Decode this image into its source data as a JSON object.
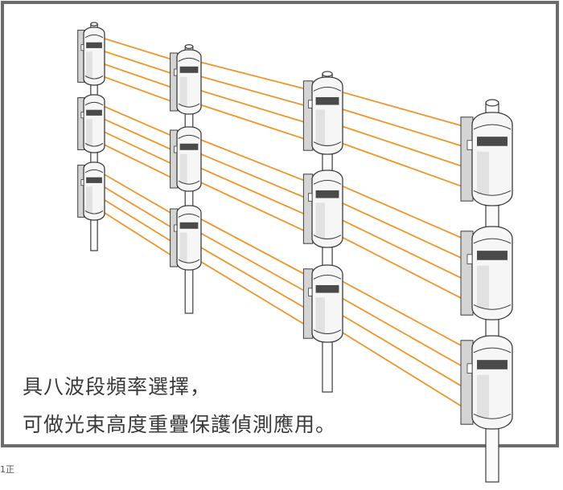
{
  "caption": {
    "line1": "具八波段頻率選擇，",
    "line2": "可做光束高度重疊保護偵測應用。"
  },
  "corner_mark": "1正",
  "colors": {
    "beam": "#f0952a",
    "frame": "#6b6b6b",
    "outline": "#3c3c3c",
    "body_fill": "#f6f6f6",
    "shade": "#d4d4d4",
    "dark_band": "#4a4a4a"
  },
  "icons": {
    "sensor": "infrared-beam-sensor-icon",
    "pole": "mounting-pole-icon"
  }
}
